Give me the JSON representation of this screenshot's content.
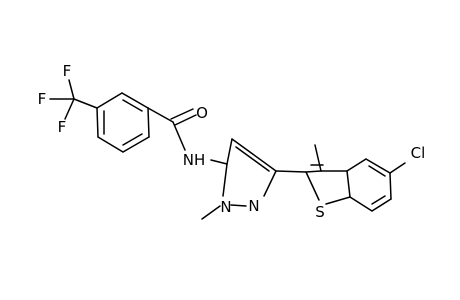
{
  "colors": {
    "background": "#ffffff",
    "bond": "#000000",
    "text": "#000000"
  },
  "labels": {
    "f_top": "F",
    "f_left": "F",
    "f_bottom": "F",
    "o": "O",
    "nh": "NH",
    "n1": "N",
    "n2": "N",
    "s": "S",
    "cl": "Cl"
  }
}
